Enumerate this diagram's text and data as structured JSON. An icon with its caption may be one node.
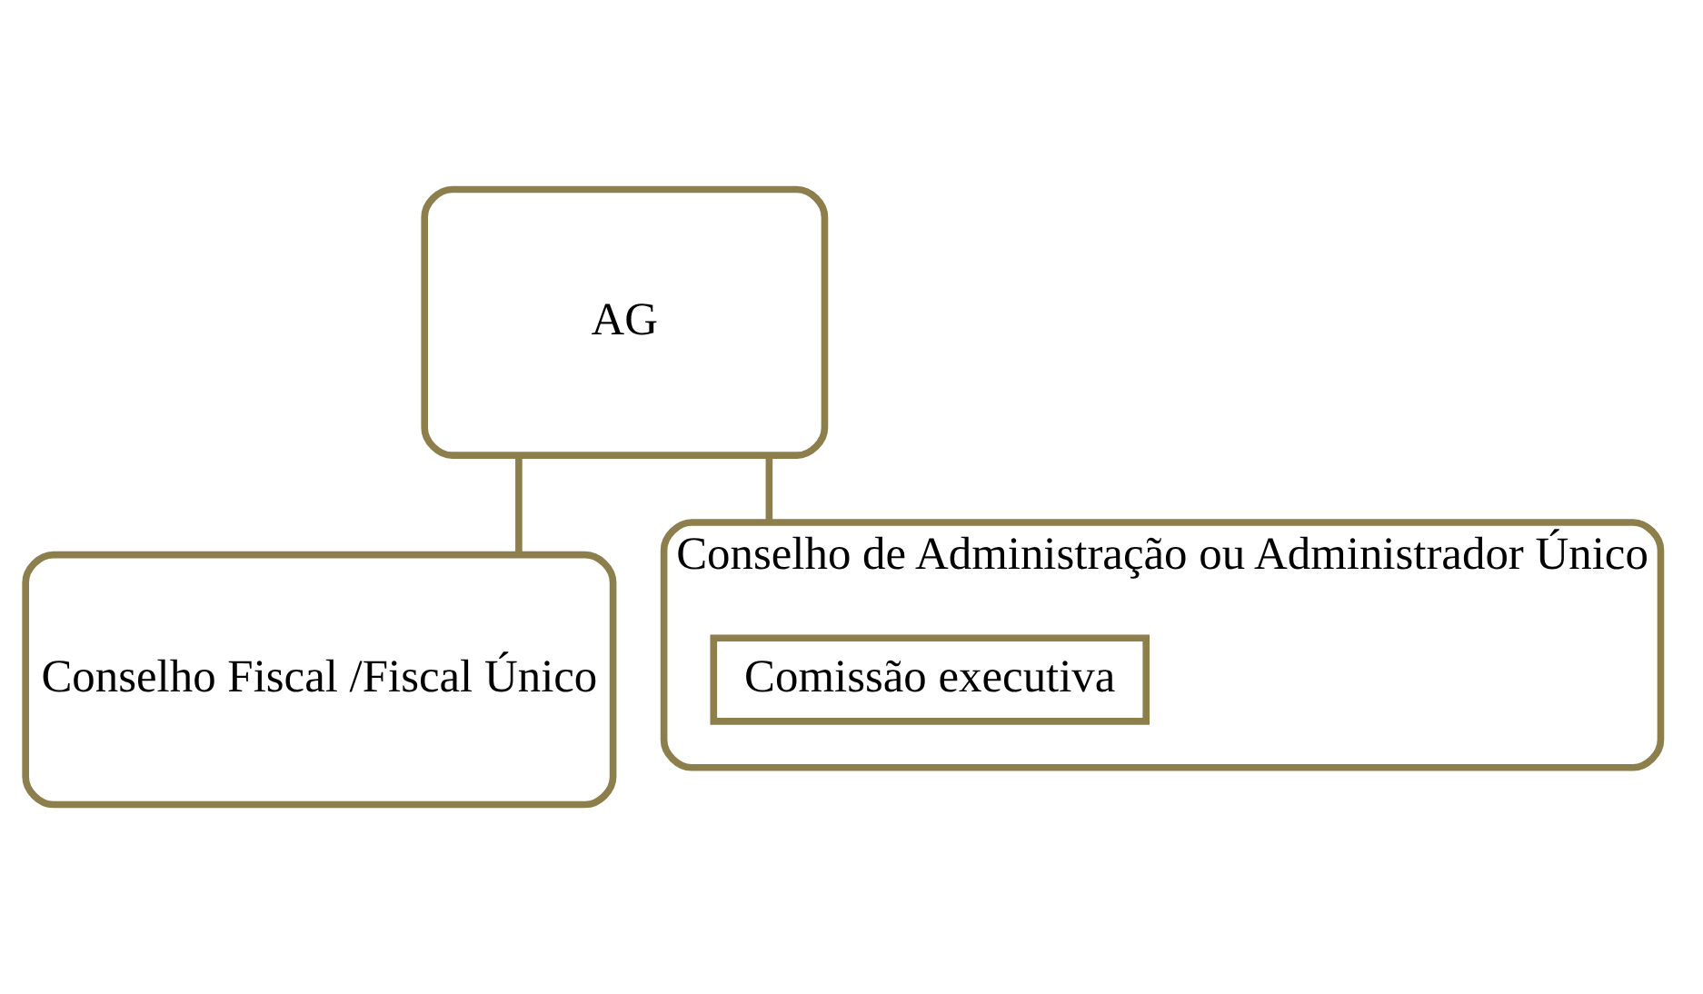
{
  "diagram": {
    "nodes": [
      {
        "text": [
          "AG"
        ]
      },
      {
        "text": [
          "Conselho Fiscal /Fiscal Único"
        ]
      },
      {
        "text": [
          "Conselho de Administração ou Administrador Único"
        ]
      },
      {
        "text": [
          "Comissão executiva"
        ],
        "in": 2
      }
    ],
    "edges": [
      {
        "from": 0,
        "to": 1,
        "arrow": "none"
      },
      {
        "from": 0,
        "to": 2,
        "arrow": "none"
      }
    ]
  }
}
